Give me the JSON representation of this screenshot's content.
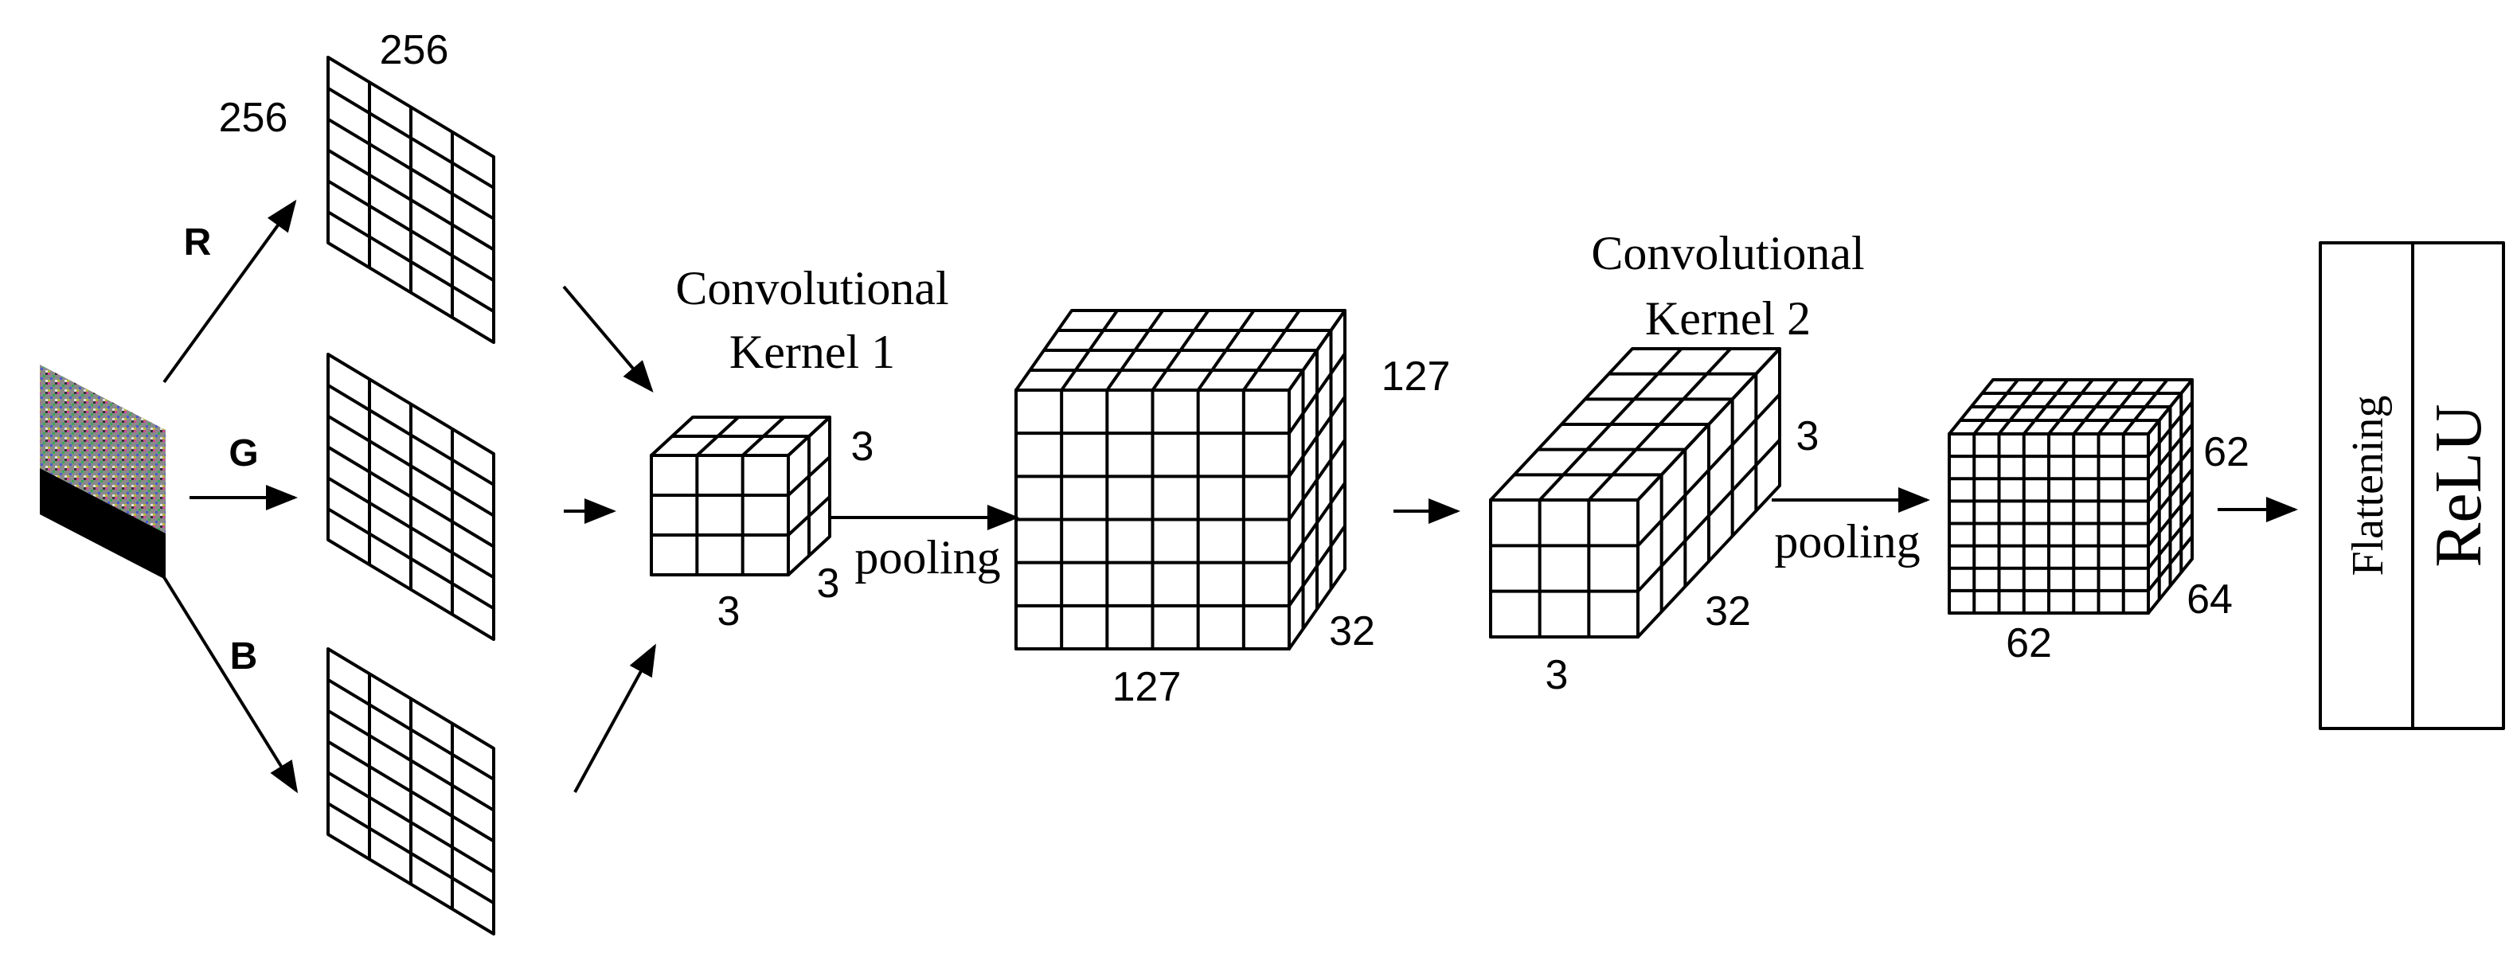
{
  "input": {
    "channels": {
      "r": "R",
      "g": "G",
      "b": "B"
    },
    "map_width": "256",
    "map_height": "256"
  },
  "kernel1": {
    "title_line1": "Convolutional",
    "title_line2": "Kernel 1",
    "dim_w": "3",
    "dim_h": "3",
    "dim_d": "3"
  },
  "pool1": {
    "label": "pooling"
  },
  "feature1": {
    "dim_w": "127",
    "dim_h": "127",
    "dim_d": "32"
  },
  "kernel2": {
    "title_line1": "Convolutional",
    "title_line2": "Kernel 2",
    "dim_w": "3",
    "dim_h": "3",
    "dim_d": "32"
  },
  "pool2": {
    "label": "pooling"
  },
  "feature2": {
    "dim_w": "62",
    "dim_h": "62",
    "dim_d": "64"
  },
  "output": {
    "flatten_label": "Flattening",
    "relu_label": "ReLU"
  },
  "colors": {
    "stroke": "#000000",
    "background": "#ffffff"
  }
}
